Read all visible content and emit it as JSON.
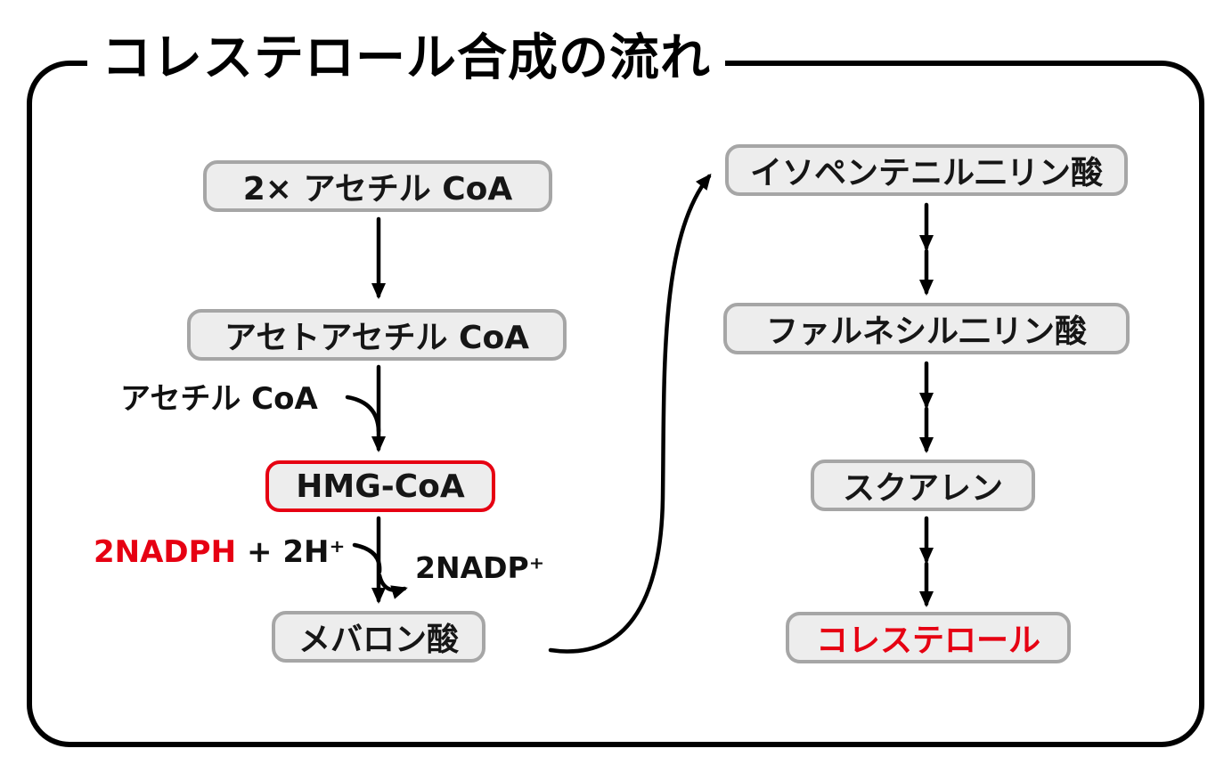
{
  "title": "コレステロール合成の流れ",
  "diagram_type": "flowchart",
  "colors": {
    "accent_red": "#e60012",
    "node_border": "#a6a6a6",
    "node_fill": "#ededed",
    "frame": "#000000",
    "background": "#ffffff"
  },
  "nodes": {
    "left": [
      {
        "id": "acetyl-coa-2x",
        "label": "2× アセチル CoA",
        "style": "default"
      },
      {
        "id": "acetoacetyl-coa",
        "label": "アセトアセチル CoA",
        "style": "default"
      },
      {
        "id": "hmg-coa",
        "label": "HMG-CoA",
        "style": "red-border"
      },
      {
        "id": "mevalonate",
        "label": "メバロン酸",
        "style": "default"
      }
    ],
    "right": [
      {
        "id": "isopentenyl-diphosphate",
        "label": "イソペンテニル二リン酸",
        "style": "default"
      },
      {
        "id": "farnesyl-diphosphate",
        "label": "ファルネシル二リン酸",
        "style": "default"
      },
      {
        "id": "squalene",
        "label": "スクアレン",
        "style": "default"
      },
      {
        "id": "cholesterol",
        "label": "コレステロール",
        "style": "red-text"
      }
    ]
  },
  "cofactors": {
    "acetyl_coa_input": "アセチル CoA",
    "nadph_red": "2NADPH",
    "nadph_black": "+ 2H⁺",
    "nadp_output": "2NADP⁺"
  },
  "edges": [
    {
      "from": "2× アセチル CoA",
      "to": "アセトアセチル CoA",
      "arrowheads": 1
    },
    {
      "from": "アセトアセチル CoA",
      "to": "HMG-CoA",
      "arrowheads": 1,
      "input": "アセチル CoA"
    },
    {
      "from": "HMG-CoA",
      "to": "メバロン酸",
      "arrowheads": 1,
      "input": "2NADPH + 2H⁺",
      "output": "2NADP⁺"
    },
    {
      "from": "メバロン酸",
      "to": "イソペンテニル二リン酸",
      "arrowheads": 1,
      "shape": "large-curve"
    },
    {
      "from": "イソペンテニル二リン酸",
      "to": "ファルネシル二リン酸",
      "arrowheads": 2
    },
    {
      "from": "ファルネシル二リン酸",
      "to": "スクアレン",
      "arrowheads": 2
    },
    {
      "from": "スクアレン",
      "to": "コレステロール",
      "arrowheads": 2
    }
  ]
}
